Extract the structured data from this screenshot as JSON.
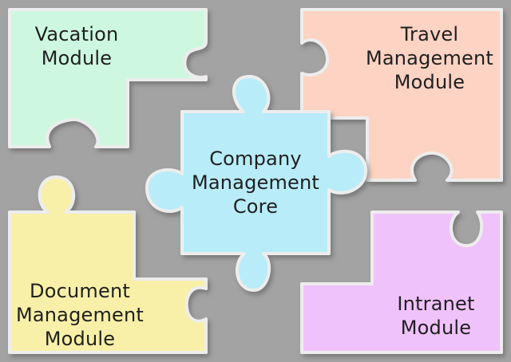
{
  "pieces": {
    "vacation": {
      "lines": [
        "Vacation",
        "Module"
      ],
      "color": "#cdf8df"
    },
    "travel": {
      "lines": [
        "Travel",
        "Management",
        "Module"
      ],
      "color": "#fdd3c3"
    },
    "core": {
      "lines": [
        "Company",
        "Management",
        "Core"
      ],
      "color": "#b8ecf8"
    },
    "document": {
      "lines": [
        "Document",
        "Management",
        "Module"
      ],
      "color": "#f8f0a8"
    },
    "intranet": {
      "lines": [
        "Intranet",
        "Module"
      ],
      "color": "#f0c2fb"
    }
  },
  "colors": {
    "background": "#a3a3a3",
    "piece_edge": "#ededed",
    "piece_shadow": "#6e6e6e",
    "text": "#1f1f1f"
  }
}
